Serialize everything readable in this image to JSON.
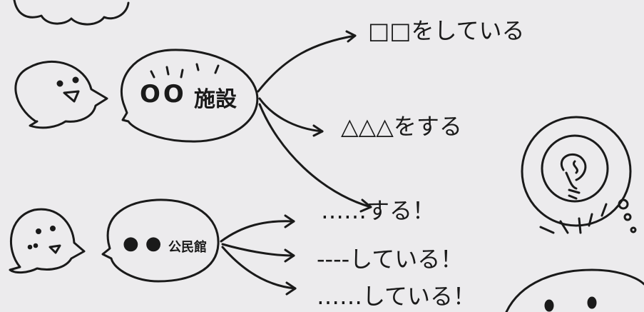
{
  "top_bubble": {
    "symbols": "OO",
    "word": "施設"
  },
  "bottom_bubble": {
    "symbols": "● ●",
    "word": "公民館"
  },
  "top_branches": [
    {
      "text": "□□をしている"
    },
    {
      "text": "△△△をする"
    },
    {
      "text": "……する！"
    }
  ],
  "bottom_branches": [
    {
      "text": "----している！"
    },
    {
      "text": "……している！"
    }
  ],
  "colors": {
    "ink": "#1a1a1a",
    "paper": "#ecebed"
  }
}
